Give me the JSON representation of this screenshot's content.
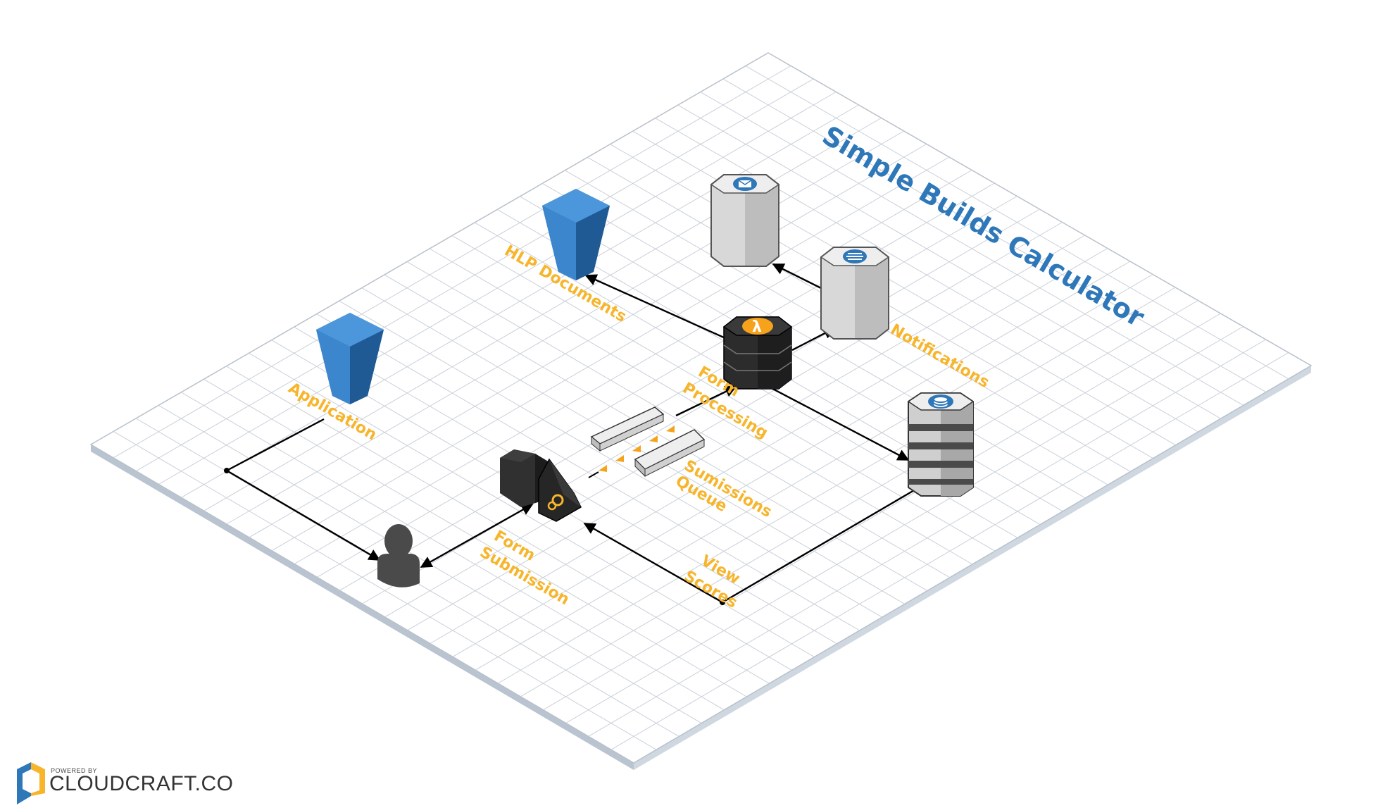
{
  "title": "Simple Builds Calculator",
  "labels": {
    "application": "Application",
    "hlp_documents": "HLP Documents",
    "notifications": "Notifications",
    "form_processing_1": "Form",
    "form_processing_2": "Processing",
    "submissions_queue_1": "Sumissions",
    "submissions_queue_2": "Queue",
    "form_submission_1": "Form",
    "form_submission_2": "Submission",
    "view_scores_1": "View",
    "view_scores_2": "Scores"
  },
  "branding": {
    "powered_by": "POWERED BY",
    "name": "CLOUDCRAFT.CO"
  },
  "icons": {
    "application_bucket": "s3-bucket-icon",
    "hlp_bucket": "s3-bucket-icon",
    "lambda": "lambda-icon",
    "ses": "ses-email-icon",
    "sns": "sns-icon",
    "dynamodb": "dynamodb-icon",
    "api_gateway": "api-gateway-icon",
    "queue": "sqs-queue-icon",
    "user": "user-icon"
  },
  "colors": {
    "label": "#f7b52c",
    "title": "#2e77b8",
    "bucket": "#2e77b8",
    "dark_block": "#2f2f2f",
    "light_block": "#d5d5d5"
  }
}
